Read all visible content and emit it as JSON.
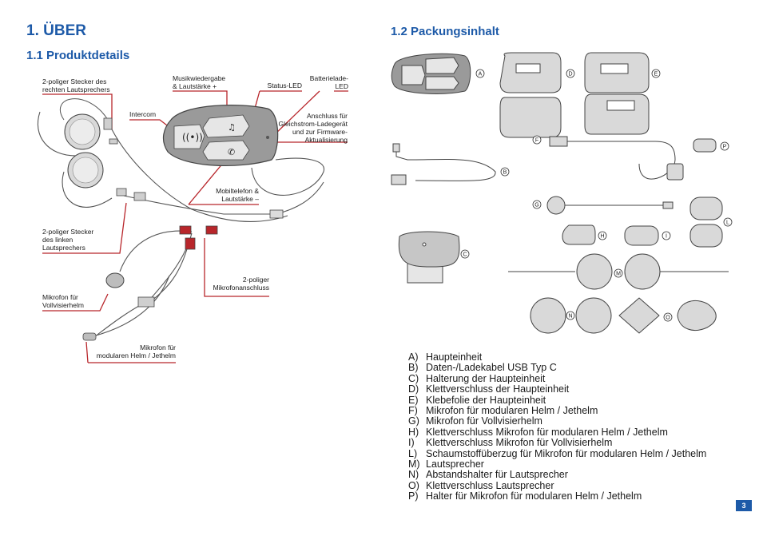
{
  "heading": "1. ÜBER",
  "section_left": "1.1 Produktdetails",
  "section_right": "1.2 Packungsinhalt",
  "labels": {
    "right_speaker_plug": "2-poliger Stecker des\nrechten Lautsprechers",
    "music": "Musikwiedergabe\n& Lautstärke +",
    "status_led": "Status-LED",
    "charge_led": "Batterielade-\nLED",
    "intercom": "Intercom",
    "dc_port": "Anschluss für\nGleichstrom-Ladegerät\nund zur Firmware-\nAktualisierung",
    "phone": "Mobiltelefon &\nLautstärke –",
    "left_speaker_plug": "2-poliger Stecker\ndes linken\nLautsprechers",
    "mic_connector": "2-poliger\nMikrofonanschluss",
    "mic_fullface": "Mikrofon für\nVollvisierhelm",
    "mic_modular": "Mikrofon für\nmodularen Helm / Jethelm"
  },
  "item_tags": [
    "A",
    "B",
    "C",
    "D",
    "E",
    "F",
    "G",
    "H",
    "I",
    "L",
    "M",
    "N",
    "O",
    "P"
  ],
  "contents": [
    {
      "key": "A)",
      "text": "Haupteinheit"
    },
    {
      "key": "B)",
      "text": "Daten-/Ladekabel USB Typ C"
    },
    {
      "key": "C)",
      "text": "Halterung der Haupteinheit"
    },
    {
      "key": "D)",
      "text": "Klettverschluss der Haupteinheit"
    },
    {
      "key": "E)",
      "text": "Klebefolie der Haupteinheit"
    },
    {
      "key": "F)",
      "text": "Mikrofon für modularen Helm / Jethelm"
    },
    {
      "key": "G)",
      "text": "Mikrofon für Vollvisierhelm"
    },
    {
      "key": "H)",
      "text": "Klettverschluss Mikrofon für modularen Helm / Jethelm"
    },
    {
      "key": "I)",
      "text": "Klettverschluss Mikrofon für Vollvisierhelm"
    },
    {
      "key": "L)",
      "text": "Schaumstoffüberzug für Mikrofon für modularen Helm / Jethelm"
    },
    {
      "key": "M)",
      "text": "Lautsprecher"
    },
    {
      "key": "N)",
      "text": "Abstandshalter für Lautsprecher"
    },
    {
      "key": "O)",
      "text": "Klettverschluss Lautsprecher"
    },
    {
      "key": "P)",
      "text": "Halter für Mikrofon für modularen Helm / Jethelm"
    }
  ],
  "page_number": "3",
  "colors": {
    "accent": "#1d5aa8",
    "callout_red": "#b8262b",
    "device_grey": "#9a9a9a",
    "part_grey": "#d9d9d9",
    "outline": "#444444"
  }
}
